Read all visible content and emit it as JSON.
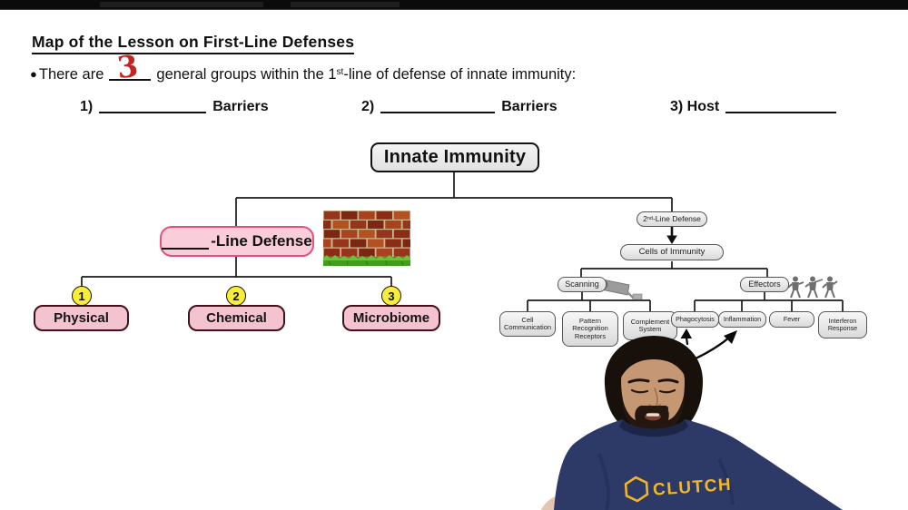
{
  "header": {
    "title": "Map of the Lesson on First-Line Defenses"
  },
  "intro": {
    "bullet_glyph": "●",
    "text_before": "There are",
    "answer": "3",
    "text_mid": "general groups within the 1",
    "ordinal_suffix": "st",
    "text_after": "-line of defense of innate immunity:"
  },
  "fill_ins": {
    "item1": {
      "prefix": "1)",
      "suffix": "Barriers"
    },
    "item2": {
      "prefix": "2)",
      "suffix": "Barriers"
    },
    "item3": {
      "prefix": "3) Host"
    }
  },
  "concept_map": {
    "root_label": "Innate Immunity",
    "first_line_label": "-Line Defense",
    "first_line_children": [
      {
        "number": "1",
        "label": "Physical"
      },
      {
        "number": "2",
        "label": "Chemical"
      },
      {
        "number": "3",
        "label": "Microbiome"
      }
    ],
    "second_line": {
      "base": "2",
      "ordinal": "nd",
      "rest": "-Line Defense"
    },
    "cells_label": "Cells of Immunity",
    "scanning_label": "Scanning",
    "effectors_label": "Effectors",
    "scanning_children": [
      {
        "label": "Cell Communication"
      },
      {
        "label": "Pattern Recognition Receptors"
      },
      {
        "label": "Complement System"
      }
    ],
    "effectors_children": [
      {
        "label": "Phagocytosis"
      },
      {
        "label": "Inflammation"
      },
      {
        "label": "Fever"
      },
      {
        "label": "Interferon Response"
      }
    ]
  },
  "presenter": {
    "shirt_logo_text": "CLUTCH"
  },
  "colors": {
    "accent_pink_fill": "#f9cdd9",
    "accent_pink_border": "#e0547c",
    "leaf_pink_border": "#471018",
    "answer_red": "#c42420",
    "highlight_yellow": "#f8ee3a",
    "shirt_navy": "#2d3a68",
    "logo_gold": "#f3b81f",
    "node_gray": "#e8e8e8"
  }
}
